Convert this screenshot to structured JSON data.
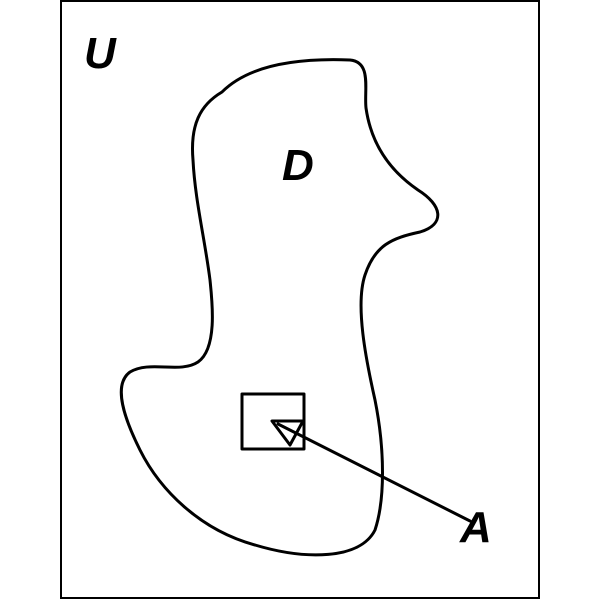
{
  "diagram": {
    "universe_label": "U",
    "region_label": "D",
    "subset_label": "A"
  },
  "colors": {
    "background": "#ffffff",
    "stroke": "#000000"
  }
}
